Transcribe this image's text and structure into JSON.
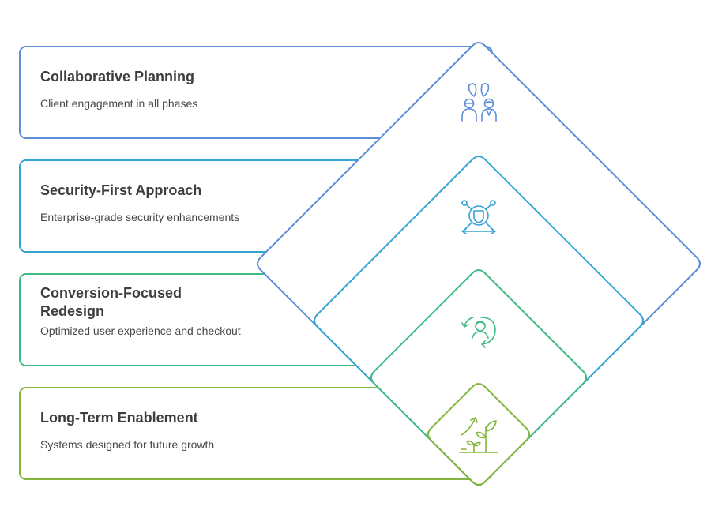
{
  "steps": [
    {
      "title": "Collaborative Planning",
      "description": "Client engagement in all phases",
      "icon": "people-collaboration-icon",
      "color": "#5b8dd8"
    },
    {
      "title": "Security-First Approach",
      "description": "Enterprise-grade security enhancements",
      "icon": "shield-network-icon",
      "color": "#35a3d4"
    },
    {
      "title": "Conversion-Focused Redesign",
      "description": "Optimized user experience and checkout",
      "icon": "user-refresh-icon",
      "color": "#3fba82"
    },
    {
      "title": "Long-Term Enablement",
      "description": "Systems designed for future growth",
      "icon": "growth-plant-icon",
      "color": "#84b63e"
    }
  ]
}
